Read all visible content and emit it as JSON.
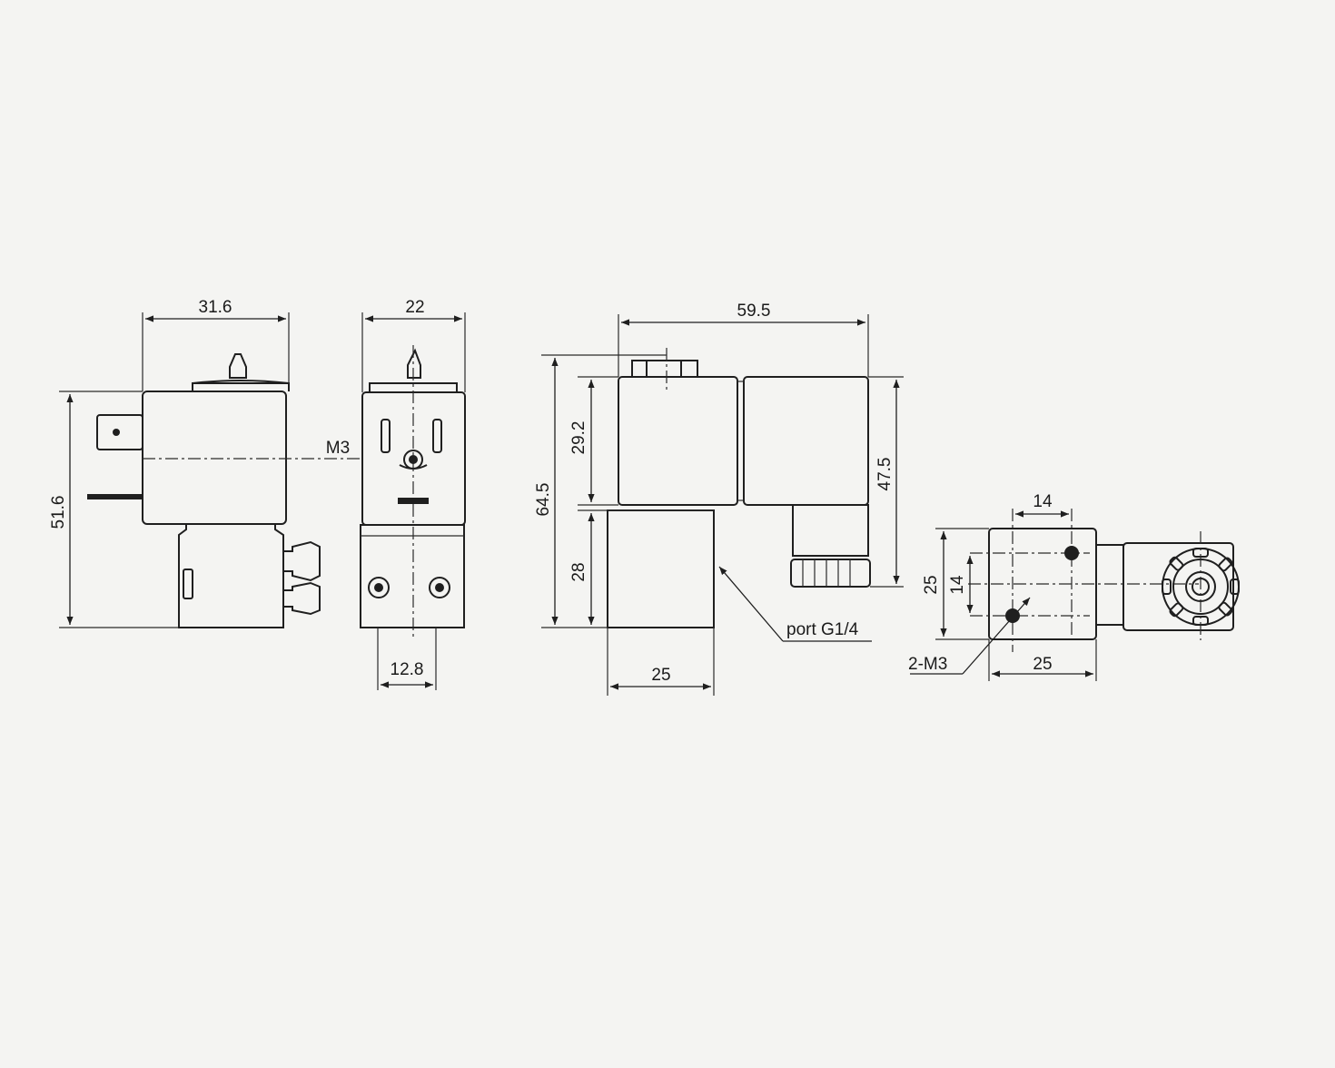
{
  "drawing": {
    "view_front": {
      "width_label": "31.6",
      "height_label": "51.6"
    },
    "view_side": {
      "width_label": "22",
      "thread_label": "M3",
      "bottom_label": "12.8"
    },
    "view_elevation": {
      "width_label": "59.5",
      "total_height_label": "64.5",
      "coil_height_label": "29.2",
      "body_height_label": "28",
      "connector_height_label": "47.5",
      "body_width_label": "25",
      "port_label": "port G1/4"
    },
    "view_bottom": {
      "hole_spacing_x_label": "14",
      "height_label": "25",
      "hole_spacing_y_label": "14",
      "width_label": "25",
      "mount_thread_label": "2-M3"
    }
  }
}
